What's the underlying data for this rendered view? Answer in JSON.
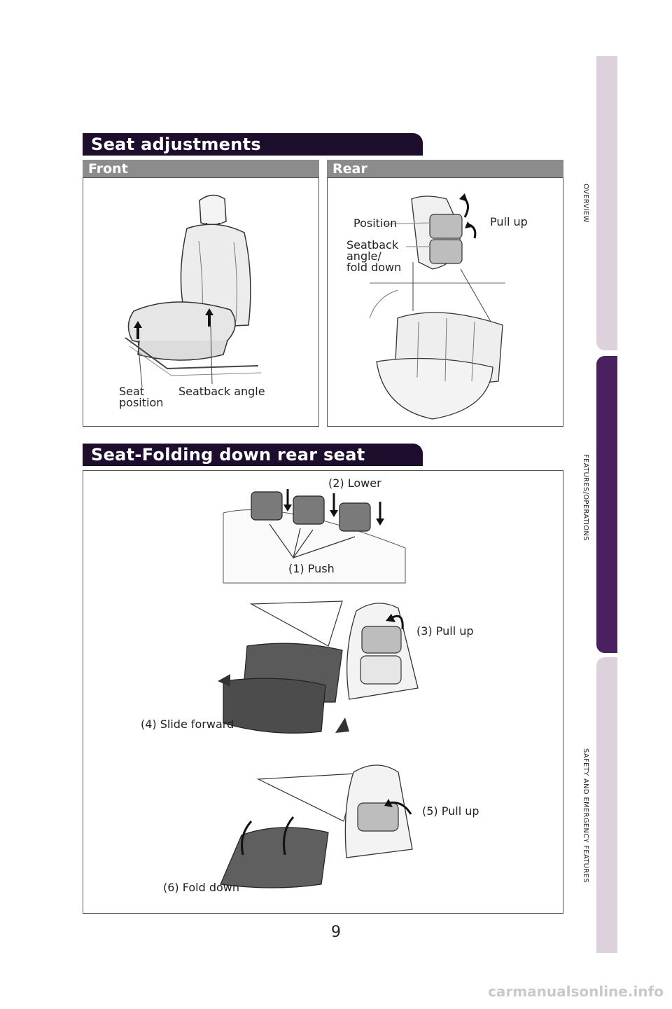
{
  "sections": {
    "seat_adjustments": {
      "title": "Seat adjustments",
      "front": {
        "heading": "Front",
        "labels": {
          "seat_position": "Seat\nposition",
          "seatback_angle": "Seatback angle"
        }
      },
      "rear": {
        "heading": "Rear",
        "labels": {
          "position": "Position",
          "pull_up": "Pull up",
          "seatback_angle_fold": "Seatback\nangle/\nfold down"
        }
      }
    },
    "folding": {
      "title": "Seat-Folding down rear seat",
      "steps": {
        "lower": "(2) Lower",
        "push": "(1) Push",
        "pull_up_3": "(3) Pull up",
        "slide_forward": "(4) Slide forward",
        "pull_up_5": "(5) Pull up",
        "fold_down": "(6) Fold down"
      }
    }
  },
  "side_tabs": {
    "overview": "OVERVIEW",
    "features": "FEATURES/OPERATIONS",
    "safety": "SAFETY AND EMERGENCY FEATURES"
  },
  "page_number": "9",
  "watermark": "carmanualsonline.info",
  "colors": {
    "banner": "#1c0e2c",
    "subheading": "#8c8c8c",
    "tab_active": "#4a2060",
    "tab_inactive": "#ddd2dc"
  }
}
